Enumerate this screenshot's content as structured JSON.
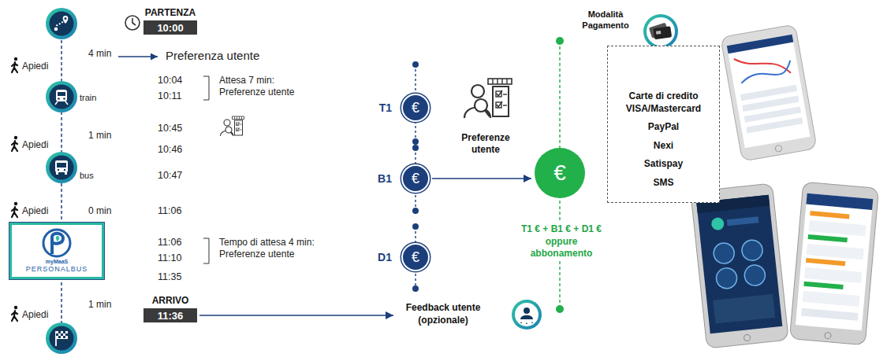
{
  "diagram": {
    "nodes": [
      {
        "text": [
          "PARTENZA",
          "10:00"
        ]
      },
      {
        "text": [
          "myMaaS",
          "PERSONALBUS"
        ]
      },
      {
        "text": [
          "ARRIVO",
          "11:36"
        ]
      },
      {
        "text": [
          "T1",
          "€"
        ]
      },
      {
        "text": [
          "B1",
          "€"
        ]
      },
      {
        "text": [
          "D1",
          "€"
        ]
      },
      {
        "text": [
          "€"
        ]
      },
      {
        "text": [
          "Carte di credito VISA/Mastercard",
          "PayPal",
          "Nexi",
          "Satispay",
          "SMS"
        ]
      },
      {
        "text": [
          "Feedback utente (opzionale)"
        ]
      }
    ],
    "edges": [
      {
        "from": 2,
        "to": 8,
        "arrow": "to"
      },
      {
        "from": 4,
        "to": 6,
        "arrow": "to"
      }
    ],
    "labels": [
      "Apiedi",
      "4 min",
      "Preferenza utente",
      "train",
      "10:04",
      "10:11",
      "Attesa 7 min: Preferenze utente",
      "10:45",
      "Apiedi",
      "1 min",
      "10:46",
      "10:47",
      "bus",
      "Apiedi",
      "0 min",
      "11:06",
      "11:06",
      "11:10",
      "Tempo di attesa 4 min: Preferenze utente",
      "11:35",
      "Apiedi",
      "1 min",
      "Preferenze utente",
      "T1 € + B1 € + D1 € oppure abbonamento",
      "Modalità Pagamento"
    ]
  }
}
